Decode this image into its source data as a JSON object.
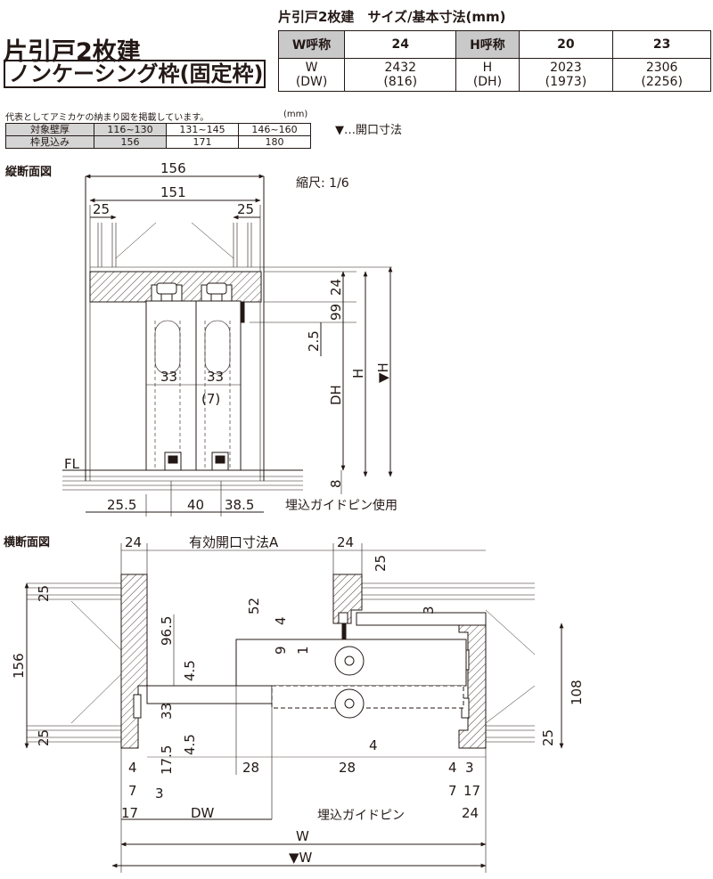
{
  "header": {
    "title_line1": "片引戸2枚建",
    "title_line2": "ノンケーシング枠(固定枠)",
    "size_table_title": "片引戸2枚建　サイズ/基本寸法(mm)"
  },
  "size_table": {
    "w_label": "W呼称",
    "w_value": "24",
    "h_label": "H呼称",
    "h_values": [
      "20",
      "23"
    ],
    "w_row_label": "W",
    "w_row_sub": "(DW)",
    "w_dim": "2432",
    "w_dim_sub": "(816)",
    "h_row_label": "H",
    "h_row_sub": "(DH)",
    "h_dims": [
      "2023",
      "2306"
    ],
    "h_dims_sub": [
      "(1973)",
      "(2256)"
    ]
  },
  "representative": {
    "note": "代表としてアミカケの納まり図を掲載しています。",
    "unit": "(mm)",
    "row1_label": "対象壁厚",
    "row1_values": [
      "116~130",
      "131~145",
      "146~160"
    ],
    "row2_label": "枠見込み",
    "row2_values": [
      "156",
      "171",
      "180"
    ],
    "opening_mark": "▼…開口寸法"
  },
  "vertical_section": {
    "label": "縦断面図",
    "scale": "縮尺: 1/6",
    "dims": {
      "top_total": "156",
      "inner": "151",
      "left_25": "25",
      "right_25": "25",
      "d24": "24",
      "d99": "99",
      "d2_5": "2.5",
      "dh": "DH",
      "h": "H",
      "h_open": "▼H",
      "d33a": "33",
      "d33b": "33",
      "d7": "(7)",
      "fl": "FL",
      "d8": "8",
      "b25_5": "25.5",
      "b40": "40",
      "b38_5": "38.5"
    },
    "pin_note": "埋込ガイドピン使用"
  },
  "horizontal_section": {
    "label": "横断面図",
    "dims": {
      "top24_left": "24",
      "effective": "有効開口寸法A",
      "top24_right": "24",
      "r25_top": "25",
      "l25_top": "25",
      "d156": "156",
      "d96_5": "96.5",
      "d52": "52",
      "d4a": "4",
      "d9": "9",
      "d1": "1",
      "d3a": "3",
      "d4_5a": "4.5",
      "d33": "33",
      "d4_5b": "4.5",
      "d17_5": "17.5",
      "l25_bot": "25",
      "d108": "108",
      "r25_bot": "25",
      "d4b": "4",
      "d28a": "28",
      "d28b": "28",
      "b4": "4",
      "b7": "7",
      "b3": "3",
      "b17": "17",
      "dw": "DW",
      "rb4": "4",
      "rb3": "3",
      "rb7": "7",
      "rb17": "17",
      "rb24": "24",
      "w": "W",
      "w_open": "▼W"
    },
    "pin_note": "埋込ガイドピン"
  }
}
